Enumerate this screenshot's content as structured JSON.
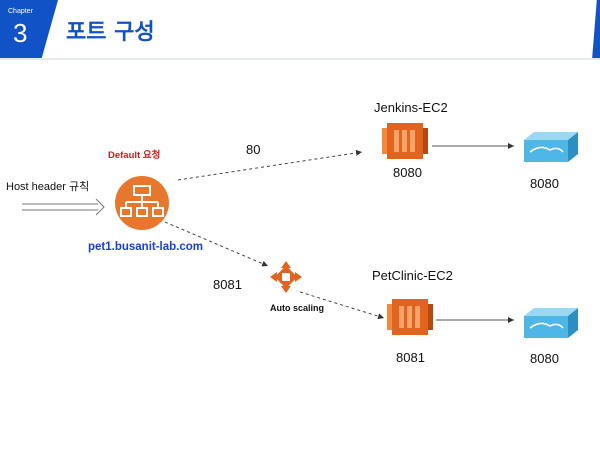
{
  "header": {
    "chapter_label": "Chapter",
    "chapter_number": "3",
    "title": "포트 구성"
  },
  "diagram": {
    "host_rule": "Host header 규칙",
    "default_request": "Default  요청",
    "domain": "pet1.busanit-lab.com",
    "port_80": "80",
    "port_8081": "8081",
    "autoscaling": "Auto scaling",
    "jenkins": {
      "name": "Jenkins-EC2",
      "port": "8080",
      "container_port": "8080"
    },
    "petclinic": {
      "name": "PetClinic-EC2",
      "port": "8081",
      "container_port": "8080"
    }
  },
  "colors": {
    "brand": "#1153c7",
    "ec2": "#e2631d",
    "default_label": "#d31b1b",
    "domain_label": "#1a3fd6",
    "container": "#4fb6e6"
  }
}
